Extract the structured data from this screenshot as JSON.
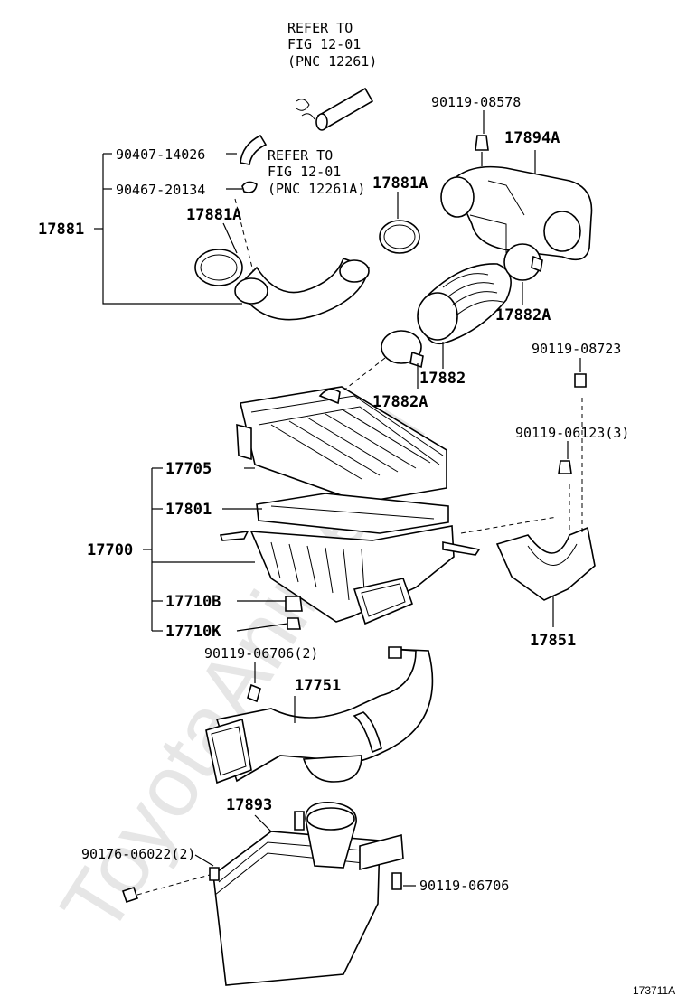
{
  "watermark": "ToyotaAnime.ru",
  "figure_id": "173711A",
  "references": [
    {
      "line1": "REFER TO",
      "line2": "FIG 12-01",
      "line3": "(PNC 12261)"
    },
    {
      "line1": "REFER TO",
      "line2": "FIG 12-01",
      "line3": "(PNC 12261A)"
    }
  ],
  "parts": {
    "p90119_08578": "90119-08578",
    "p17894A": "17894A",
    "p90407_14026": "90407-14026",
    "p90467_20134": "90467-20134",
    "p17881A_a": "17881A",
    "p17881A_b": "17881A",
    "p17881": "17881",
    "p17882A_a": "17882A",
    "p17882": "17882",
    "p17882A_b": "17882A",
    "p90119_08723": "90119-08723",
    "p90119_06123": "90119-06123(3)",
    "p17705": "17705",
    "p17801": "17801",
    "p17700": "17700",
    "p17710B": "17710B",
    "p17710K": "17710K",
    "p17851": "17851",
    "p90119_06706_2": "90119-06706(2)",
    "p17751": "17751",
    "p17893": "17893",
    "p90176_06022": "90176-06022(2)",
    "p90119_06706": "90119-06706"
  }
}
